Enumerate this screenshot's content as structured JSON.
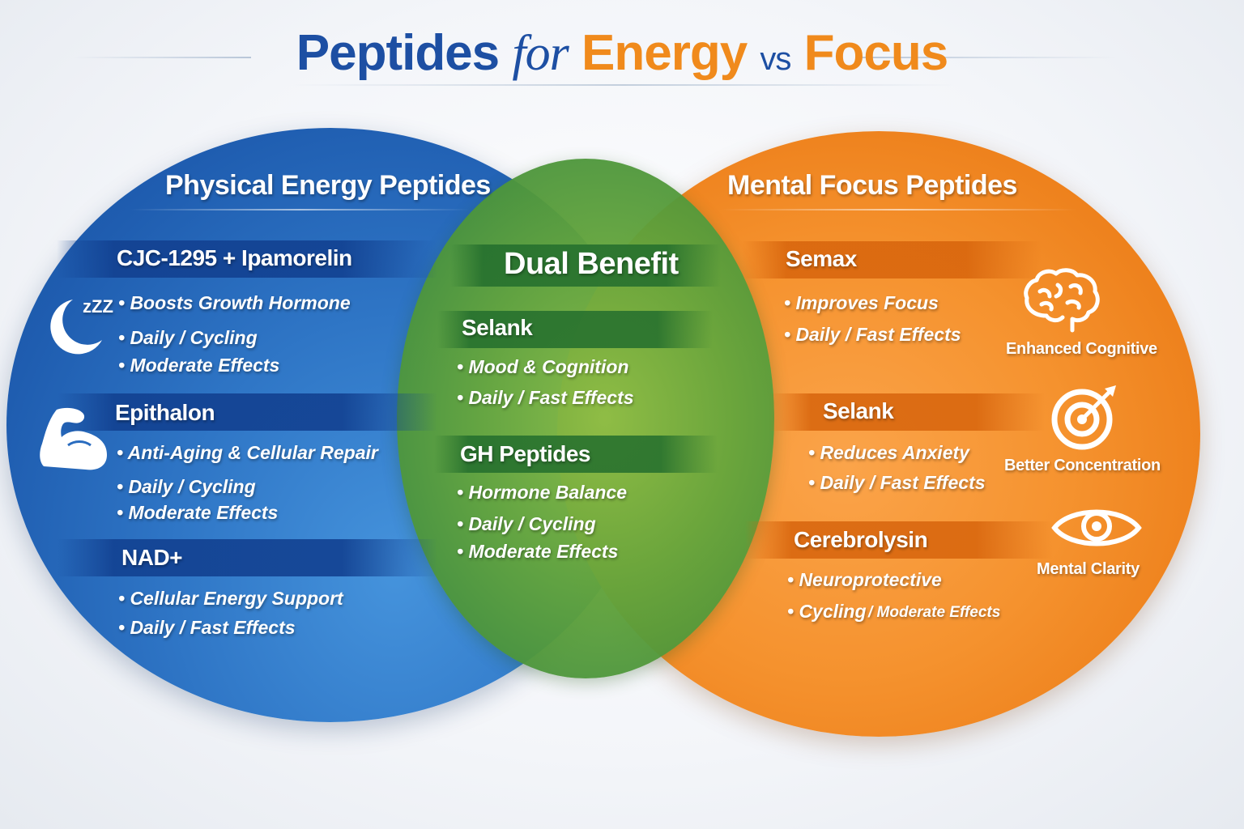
{
  "title": {
    "word1": "Peptides",
    "word2": "for",
    "word3": "Energy",
    "word4": "vs",
    "word5": "Focus"
  },
  "left": {
    "heading": "Physical Energy Peptides",
    "color": "#2f76c6",
    "peptides": [
      {
        "name": "CJC-1295 + Ipamorelin",
        "bullets": [
          "• Boosts Growth Hormone",
          "• Daily / Cycling",
          "• Moderate Effects"
        ]
      },
      {
        "name": "Epithalon",
        "bullets": [
          "• Anti-Aging & Cellular Repair",
          "• Daily / Cycling",
          "• Moderate Effects"
        ]
      },
      {
        "name": "NAD+",
        "bullets": [
          "• Cellular Energy Support",
          "• Daily / Fast Effects"
        ]
      }
    ],
    "icons": [
      "moon-sleep-icon",
      "flexed-arm-icon"
    ],
    "sleep_glyph": "zZZ"
  },
  "center": {
    "heading": "Dual Benefit",
    "color": "#6aa73c",
    "peptides": [
      {
        "name": "Selank",
        "bullets": [
          "• Mood & Cognition",
          "• Daily / Fast Effects"
        ]
      },
      {
        "name": "GH Peptides",
        "bullets": [
          "• Hormone Balance",
          "• Daily / Cycling",
          "• Moderate Effects"
        ]
      }
    ]
  },
  "right": {
    "heading": "Mental Focus Peptides",
    "color": "#f5922e",
    "peptides": [
      {
        "name": "Semax",
        "bullets": [
          "• Improves Focus",
          "• Daily / Fast Effects"
        ]
      },
      {
        "name": "Selank",
        "bullets": [
          "• Reduces Anxiety",
          "• Daily / Fast Effects"
        ]
      },
      {
        "name": "Cerebrolysin",
        "bullets": [
          "• Neuroprotective",
          "• Cycling",
          "/ Moderate Effects"
        ]
      }
    ],
    "icons": [
      {
        "icon": "brain-icon",
        "label": "Enhanced Cognitive"
      },
      {
        "icon": "target-icon",
        "label": "Better Concentration"
      },
      {
        "icon": "eye-icon",
        "label": "Mental Clarity"
      }
    ]
  }
}
